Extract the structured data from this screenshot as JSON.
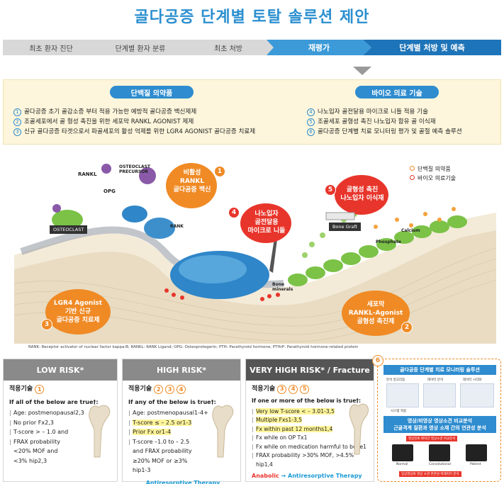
{
  "title": "골다공증 단계별 토탈 솔루션 제안",
  "steps": [
    "최초 환자 진단",
    "단계별 환자 분류",
    "최초 처방",
    "재평가",
    "단계별 처방 및 예측"
  ],
  "left_panel": {
    "header": "단백질 의약품",
    "items": [
      {
        "num": "1",
        "text": "골다공증 초기 골감소증 부터 적용 가능한 예방적 골다공증 백신제제"
      },
      {
        "num": "2",
        "text": "조골세포에서 골 형성 촉진을 위한 세포막 RANKL AGONIST 제제"
      },
      {
        "num": "3",
        "text": "신규 골다공증 타겟으로서 파골세포의 활성 억제를 위한 LGR4 AGONIST 골다공증 치료제"
      }
    ]
  },
  "right_panel": {
    "header": "바이오 의료 기술",
    "items": [
      {
        "num": "4",
        "text": "나노입자 골전달용 마이크로 니들 적용 기술"
      },
      {
        "num": "5",
        "text": "조골세포 골형성 촉진 나노입자 함유 골 이식재"
      },
      {
        "num": "6",
        "text": "골다공증 단계별 치료 모니터링 평가 및 골절 예측 솔루션"
      }
    ]
  },
  "illustration": {
    "labels": {
      "rankl": "RANKL",
      "opg": "OPG",
      "precursor": "OSTEOCLAST\nPRECURSOR",
      "osteoclast": "OSTEOCLAST",
      "rank": "RANK",
      "bone_minerals": "Bone\nminerals",
      "bone_graft": "Bone Graft",
      "calcium": "Calcium",
      "phosphate": "Phosphate"
    },
    "bubbles": [
      {
        "num": "1",
        "text": "비활성\nRANKL\n골다공증 백신"
      },
      {
        "num": "4",
        "text": "나노입자\n골전달용\n마이크로 니들"
      },
      {
        "num": "5",
        "text": "골형성 촉진\n나노입자 이식재"
      },
      {
        "num": "3",
        "text": "LGR4 Agonist\n기반 신규\n골다공증 치료제"
      },
      {
        "num": "2",
        "text": "세포막\nRANKL-Agonist\n골형성 촉진제"
      }
    ],
    "legend": [
      {
        "label": "단백질 의약품",
        "color": "#f08a25"
      },
      {
        "label": "바이오 의료기술",
        "color": "#e8352b"
      }
    ],
    "footnote": "RANK: Receptor activator of nuclear factor kappa-B; RANKL: RANK Ligand; OPG: Osteoprotegerin; PTH: Parathyroid hormone; PTHrP: Parathyroid hormone-related protein"
  },
  "cards": [
    {
      "title": "LOW RISK*",
      "color": "#8a8a8a",
      "tech_label": "적용기술",
      "tech_nums": [
        "1"
      ],
      "criteria": "If all of the below are true†:",
      "items": [
        "Age: postmenopausal2,3",
        "No prior Fx2,3",
        "T-score > – 1.0 and",
        "FRAX probability <20% MOF and <3% hip2,3"
      ],
      "therapy": ""
    },
    {
      "title": "HIGH RISK*",
      "color": "#8a8a8a",
      "tech_label": "적용기술",
      "tech_nums": [
        "2",
        "3",
        "4"
      ],
      "criteria": "If any of the below is true†:",
      "items": [
        "Age: postmenopausal1-4+",
        "T-score ≤ – 2.5 or1-3",
        "Prior Fx or1-4",
        "T-score –1.0 to – 2.5 and FRAX probability ≥20% MOF or ≥3% hip1-3"
      ],
      "therapy": "Antiresorptive Therapy"
    },
    {
      "title": "VERY HIGH RISK* / Fracture",
      "color": "#555555",
      "tech_label": "적용기술",
      "tech_nums": [
        "3",
        "4",
        "5"
      ],
      "criteria": "If one or more of the below is true†:",
      "items": [
        "Very low T-score < – 3.01-3,5",
        "Multiple Fxs1-3,5",
        "Fx within past 12 months1,4",
        "Fx while on OP Tx1",
        "Fx while on medication harmful to bone1",
        "FRAX probability >30% MOF, >4.5% hip1,4"
      ],
      "therapy_prefix": "Anabolic",
      "therapy": "→ Antiresorptive Therapy"
    }
  ],
  "solution_panel": {
    "num": "6",
    "bar1": "골다공증 단계별 치료 모니터링 솔루션",
    "sub1": "분석 알고리즘",
    "sub2": "시스템 적용",
    "sub3": "데이터 분석",
    "sub4": "데이터 시각화",
    "bar2": "영상/비영상 영상소견 비교분석\n근골격계 질환과 영상 소재 간의 연관성 분석",
    "sub_tag": "영상진료 환자간 영상소견 비교분석",
    "xray_labels": [
      "Normal",
      "Convolutional",
      "Patient"
    ],
    "bottom": "임상영상와 영상 소견 연관성 빅데이터 분석"
  }
}
